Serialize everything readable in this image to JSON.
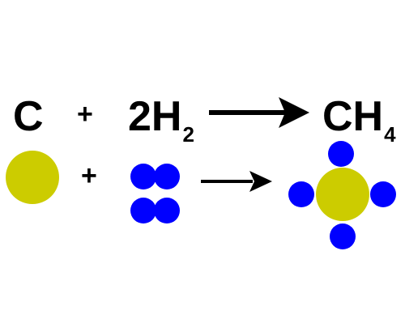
{
  "equation": {
    "reactant_1": "C",
    "plus": "+",
    "reactant_2_coefficient": "2",
    "reactant_2_element": "H",
    "reactant_2_subscript": "2",
    "product_element": "CH",
    "product_subscript": "4"
  },
  "molecule_row": {
    "plus": "+"
  },
  "colors": {
    "carbon": "#cccc00",
    "hydrogen": "#0000ff",
    "text": "#000000"
  }
}
